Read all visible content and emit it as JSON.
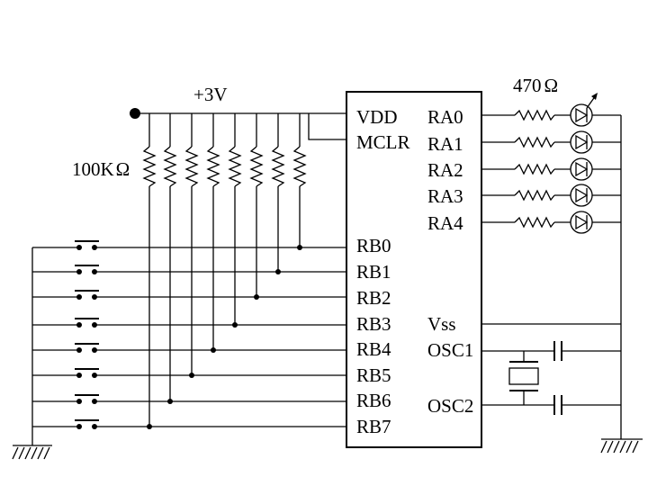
{
  "supply_label": "+3V",
  "pullup_label": "100K",
  "led_resistor_label": "470",
  "ohm_symbol": "Ω",
  "chip": {
    "left_pins_top": [
      "VDD",
      "MCLR"
    ],
    "port_b": [
      "RB0",
      "RB1",
      "RB2",
      "RB3",
      "RB4",
      "RB5",
      "RB6",
      "RB7"
    ],
    "port_a": [
      "RA0",
      "RA1",
      "RA2",
      "RA3",
      "RA4"
    ],
    "vss": "Vss",
    "osc1": "OSC1",
    "osc2": "OSC2"
  },
  "icons": {
    "switch": "push-button-switch-icon",
    "resistor": "resistor-icon",
    "led": "led-icon",
    "ground": "ground-icon",
    "crystal": "crystal-icon",
    "capacitor": "capacitor-icon"
  }
}
